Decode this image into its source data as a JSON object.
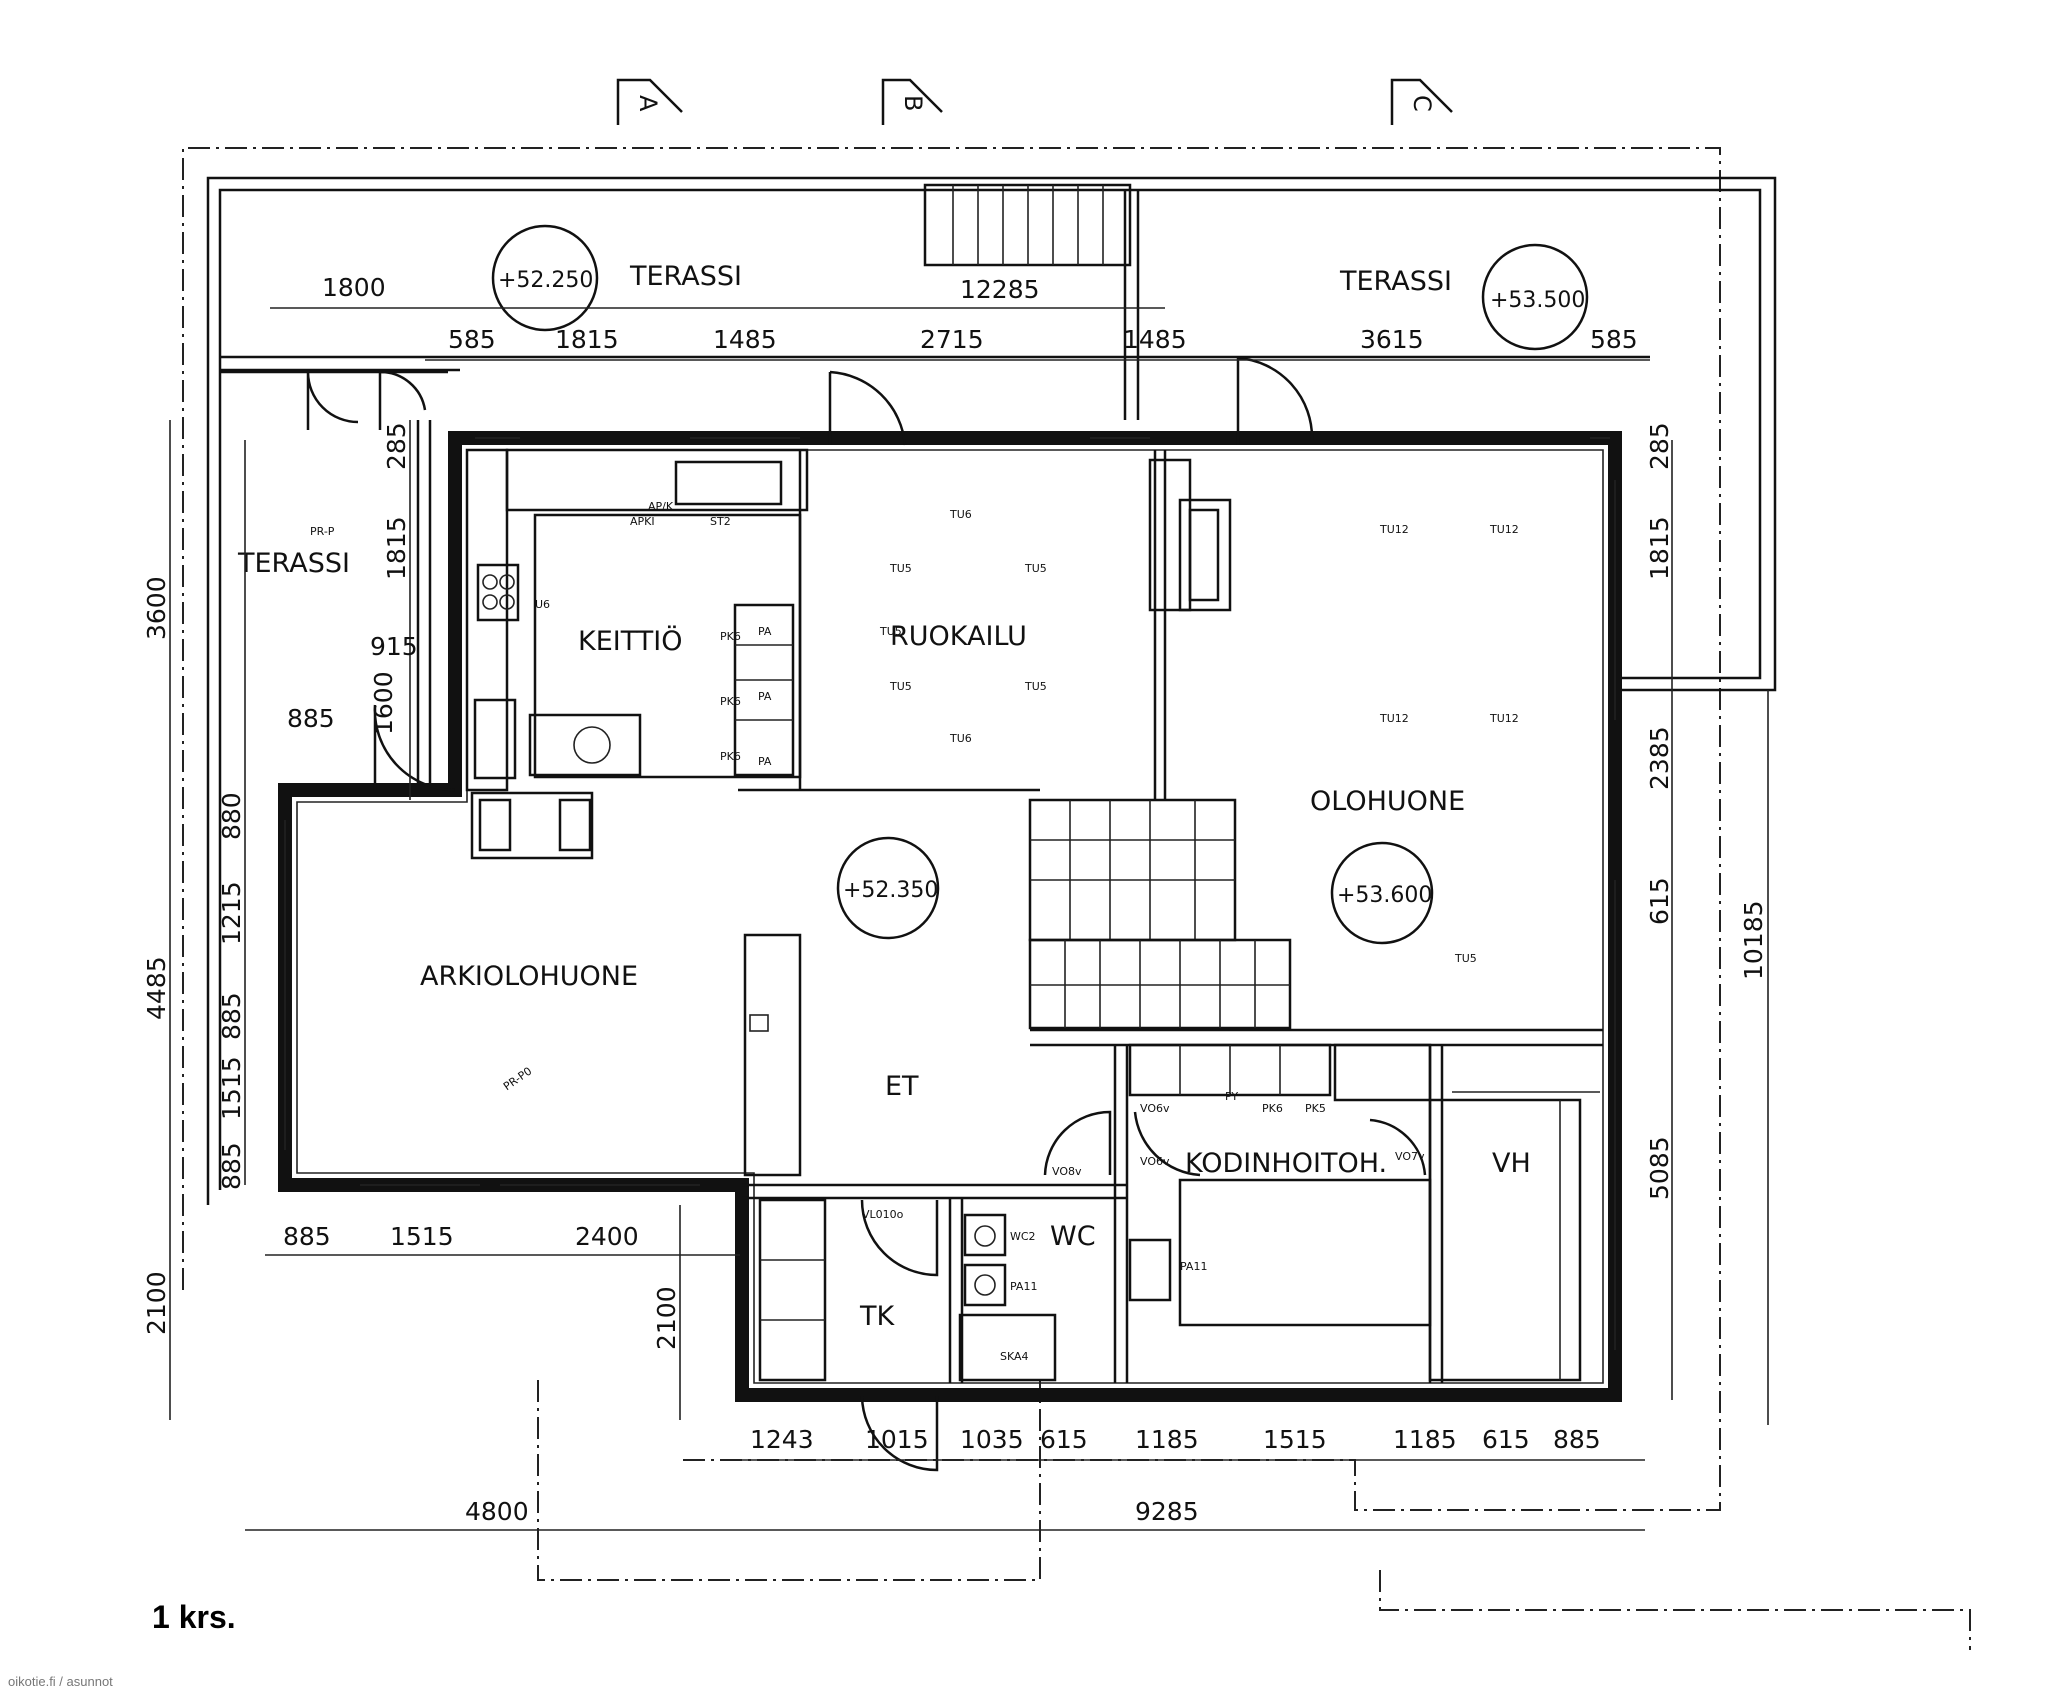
{
  "sections": [
    "A",
    "B",
    "C"
  ],
  "rooms": {
    "terassi_top_left": "TERASSI",
    "terassi_top_right": "TERASSI",
    "terassi_left": "TERASSI",
    "keittio": "KEITTIÖ",
    "ruokailu": "RUOKAILU",
    "olohuone": "OLOHUONE",
    "arkiolohuone": "ARKIOLOHUONE",
    "et": "ET",
    "kodinhoitoh": "KODINHOITOH.",
    "vh": "VH",
    "tk": "TK",
    "wc": "WC"
  },
  "levels": [
    "+52.250",
    "+53.500",
    "+52.350",
    "+53.600"
  ],
  "dimensions": {
    "top_row1": [
      "1800",
      "12285"
    ],
    "top_row2": [
      "585",
      "1815",
      "1485",
      "2715",
      "1485",
      "3615",
      "585"
    ],
    "left_outer": [
      "3600",
      "4485",
      "2100"
    ],
    "left_inner": [
      "285",
      "1815",
      "915",
      "1600",
      "885",
      "880",
      "1215",
      "885",
      "1515",
      "885"
    ],
    "right_inner": [
      "285",
      "1815",
      "2385",
      "615",
      "5085"
    ],
    "right_outer": [
      "10185"
    ],
    "bottom_left": [
      "885",
      "1515",
      "2400"
    ],
    "bottom_middle": [
      "2100"
    ],
    "bottom_row": [
      "1243",
      "1015",
      "1035",
      "615",
      "1185",
      "1515",
      "1185",
      "615",
      "885"
    ],
    "bottom_total": [
      "4800",
      "9285"
    ]
  },
  "fixture_labels": {
    "tu6_a": "TU6",
    "tu6_b": "TU6",
    "tu12_a": "TU12",
    "tu12_b": "TU12",
    "tu12_c": "TU12",
    "tu12_d": "TU12",
    "tu5_a": "TU5",
    "tu5_b": "TU5",
    "tu5_c": "TU5",
    "tu5_d": "TU5",
    "tu5_e": "TU5",
    "tu5_f": "TU5",
    "pk6_a": "PK6",
    "pk6_b": "PK6",
    "pk6_c": "PK6",
    "pa_a": "PA",
    "pa_b": "PA",
    "pa_c": "PA",
    "ap_k": "AP/K",
    "ap_ki": "APKI",
    "st2": "ST2",
    "u6": "U6",
    "arkio_ap": "PR-P0",
    "pr_p_left": "PR-P",
    "vl010o": "VL010o",
    "vo6": "VO6v",
    "vo6_b": "VO6v",
    "vo7": "VO7v",
    "vo8": "VO8v",
    "py": "PY",
    "pk6_kh": "PK6",
    "pk5": "PK5",
    "pa11": "PA11",
    "wc2": "WC2",
    "ska4": "SKA4",
    "pa11_b": "PA11"
  },
  "floor_label": "1 krs.",
  "watermark": "oikotie.fi / asunnot"
}
